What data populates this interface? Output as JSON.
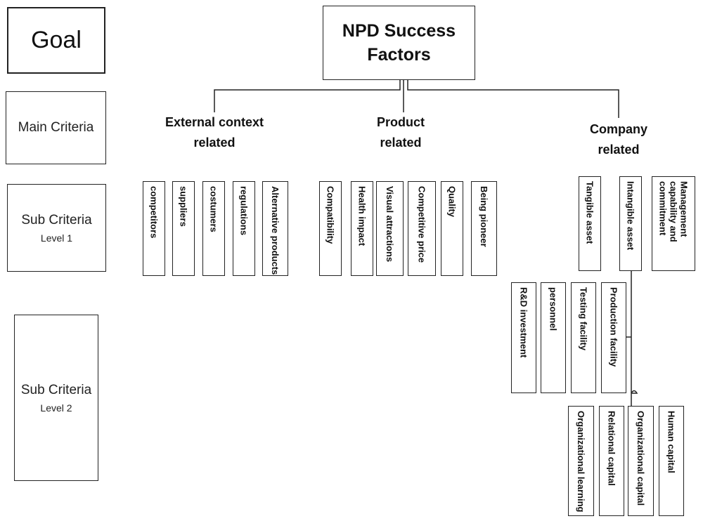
{
  "levels": {
    "goal": "Goal",
    "main_criteria": "Main Criteria",
    "sub_criteria_1": {
      "title": "Sub Criteria",
      "subtitle": "Level 1"
    },
    "sub_criteria_2": {
      "title": "Sub Criteria",
      "subtitle": "Level 2"
    }
  },
  "root": "NPD Success Factors",
  "criteria": {
    "external": {
      "label": "External context related",
      "subs": [
        "competitors",
        "suppliers",
        "costumers",
        "regulations",
        "Alternative products"
      ]
    },
    "product": {
      "label": "Product related",
      "subs": [
        "Compatibility",
        "Health impact",
        "Visual attractions",
        "Competitive price",
        "Quality",
        "Being pioneer"
      ]
    },
    "company": {
      "label": "Company related",
      "subs": [
        "Tangible asset",
        "Intangible asset",
        "Management capability and commitment"
      ],
      "tangible_children": [
        "R&D investment",
        "personnel",
        "Testing facility",
        "Production facility"
      ],
      "intangible_children": [
        "Organizational learning",
        "Relational capital",
        "Organizational capital",
        "Human capital"
      ]
    }
  }
}
